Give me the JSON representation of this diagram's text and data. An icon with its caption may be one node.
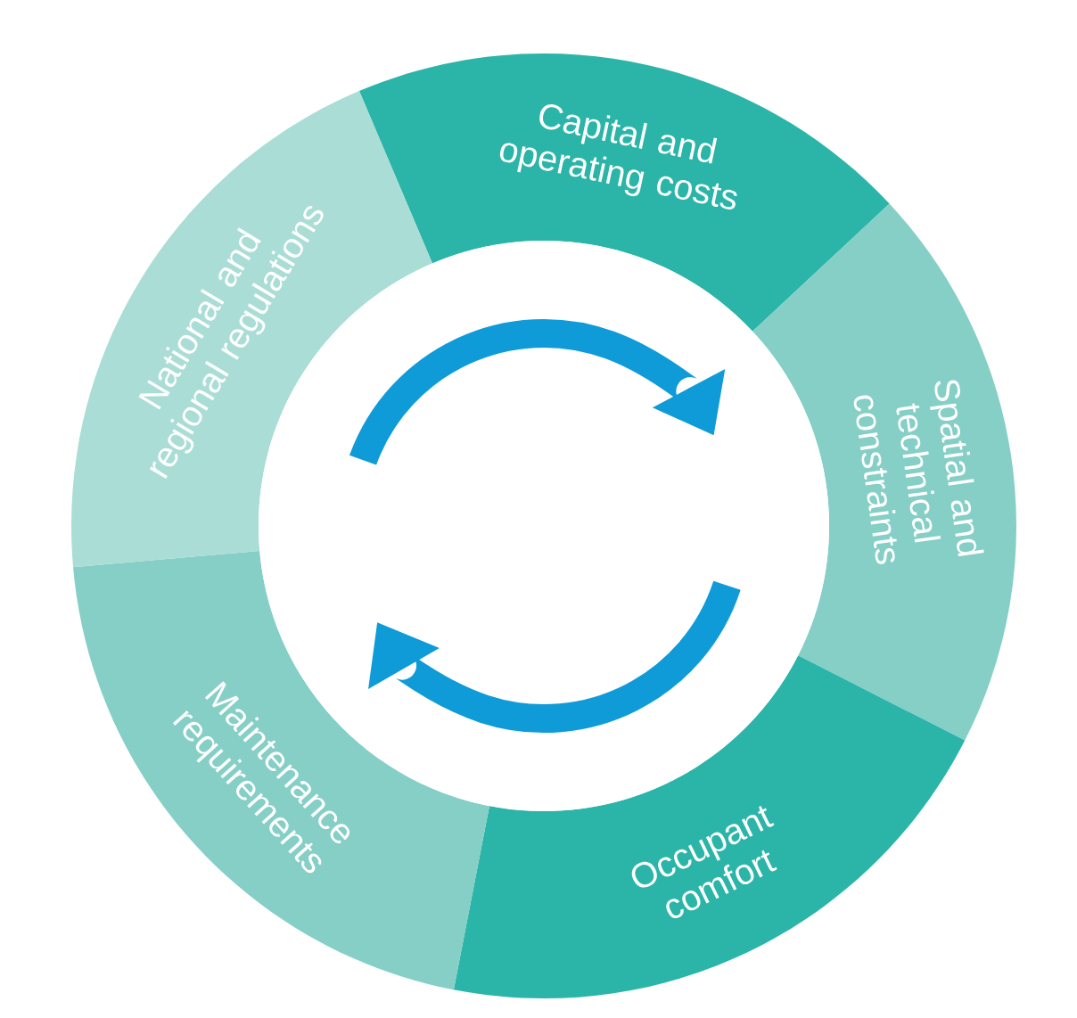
{
  "diagram": {
    "nodes": [
      {
        "text": [
          "Capital and operating costs"
        ]
      },
      {
        "text": [
          "Spatial and technical constraints"
        ]
      },
      {
        "text": [
          "Occupant comfort"
        ]
      },
      {
        "text": [
          "Maintenance requirements"
        ]
      },
      {
        "text": [
          "National and regional regulations"
        ]
      }
    ]
  }
}
